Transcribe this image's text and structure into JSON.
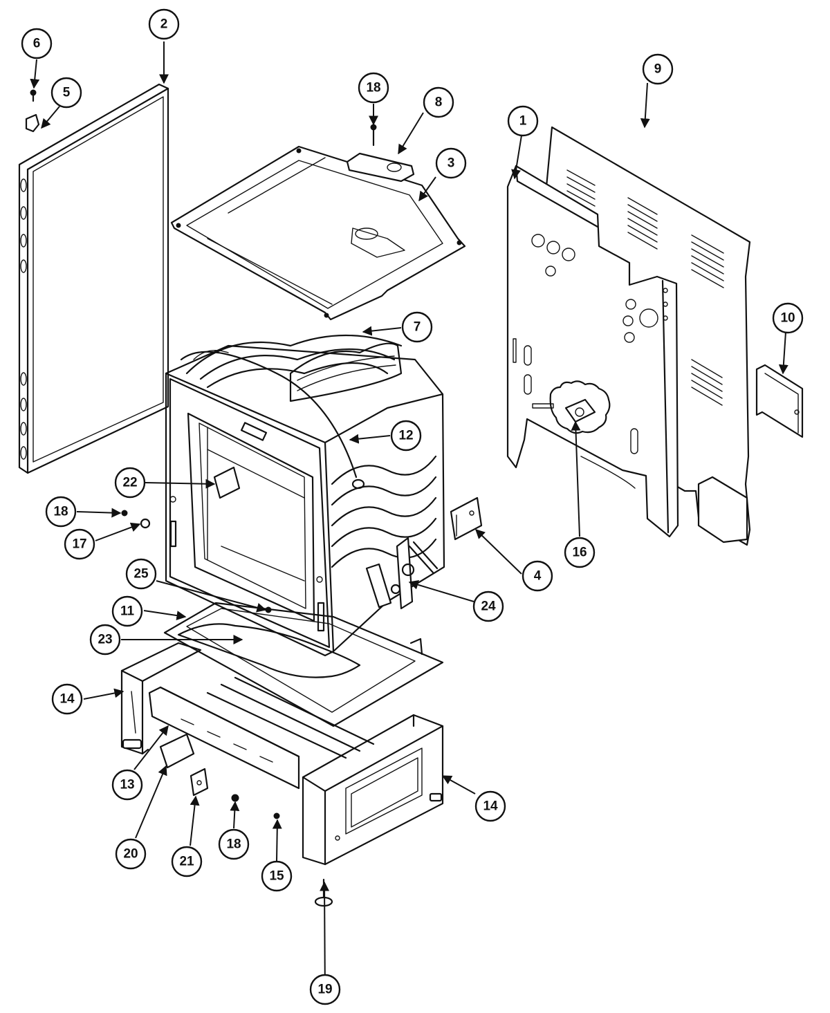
{
  "callouts": [
    {
      "label": "1"
    },
    {
      "label": "2"
    },
    {
      "label": "3"
    },
    {
      "label": "4"
    },
    {
      "label": "5"
    },
    {
      "label": "6"
    },
    {
      "label": "7"
    },
    {
      "label": "8"
    },
    {
      "label": "9"
    },
    {
      "label": "10"
    },
    {
      "label": "11"
    },
    {
      "label": "12"
    },
    {
      "label": "13"
    },
    {
      "label": "14"
    },
    {
      "label": "14"
    },
    {
      "label": "15"
    },
    {
      "label": "16"
    },
    {
      "label": "17"
    },
    {
      "label": "18"
    },
    {
      "label": "18"
    },
    {
      "label": "18"
    },
    {
      "label": "19"
    },
    {
      "label": "20"
    },
    {
      "label": "21"
    },
    {
      "label": "22"
    },
    {
      "label": "23"
    },
    {
      "label": "24"
    },
    {
      "label": "25"
    }
  ]
}
